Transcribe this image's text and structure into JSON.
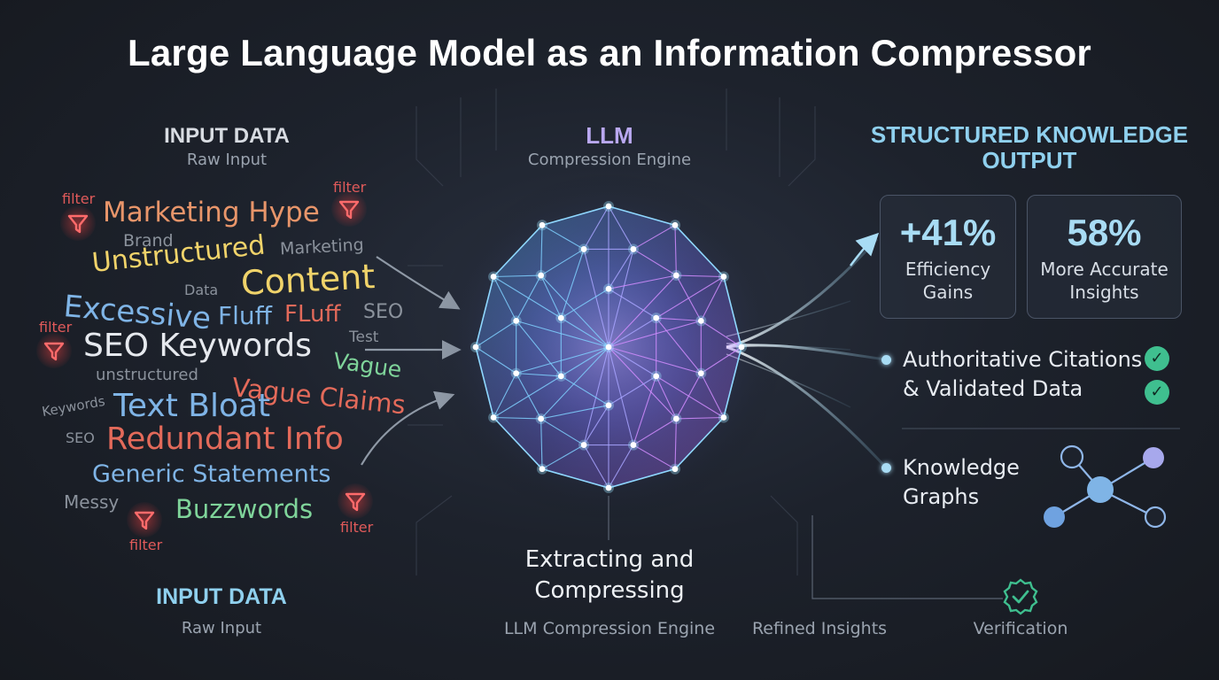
{
  "title": "Large Language Model as an Information Compressor",
  "input": {
    "heading": "INPUT DATA",
    "subheading": "Raw Input",
    "words": {
      "marketing_hype": "Marketing Hype",
      "brand": "Brand",
      "unstructured": "Unstructured",
      "marketing": "Marketing",
      "data": "Data",
      "content": "Content",
      "excessive": "Excessive",
      "fluff_lower": "Fluff",
      "fluff_caps": "FLuff",
      "seo_1": "SEO",
      "seo_keywords": "SEO Keywords",
      "test": "Test",
      "vague": "Vague",
      "unstructured_small": "unstructured",
      "vague_claims": "Vague Claims",
      "keywords": "Keywords",
      "text_bloat": "Text Bloat",
      "seo_2": "SEO",
      "redundant_info": "Redundant Info",
      "generic_statements": "Generic Statements",
      "messy": "Messy",
      "buzzwords": "Buzzwords"
    },
    "filter_label": "filter",
    "footer_heading": "INPUT DATA",
    "footer_subheading": "Raw Input"
  },
  "engine": {
    "heading": "LLM",
    "subheading": "Compression Engine",
    "caption_line1": "Extracting and",
    "caption_line2": "Compressing",
    "footer": "LLM Compression Engine"
  },
  "output": {
    "heading_line1": "STRUCTURED KNOWLEDGE",
    "heading_line2": "OUTPUT",
    "stats": [
      {
        "value": "+41%",
        "label_line1": "Efficiency",
        "label_line2": "Gains"
      },
      {
        "value": "58%",
        "label_line1": "More Accurate",
        "label_line2": "Insights"
      }
    ],
    "citations_line1": "Authoritative Citations",
    "citations_line2": "& Validated Data",
    "graphs_line1": "Knowledge",
    "graphs_line2": "Graphs"
  },
  "footer": {
    "refined": "Refined Insights",
    "verification": "Verification"
  },
  "colors": {
    "red": "#e36a5a",
    "orange": "#e8956a",
    "yellow": "#f0d36a",
    "blue": "#7fb4e6",
    "cyan": "#8fd0ee",
    "green": "#7fd49a",
    "gray": "#8b929c",
    "accent_purple": "#9b7cf0"
  },
  "icons": [
    "filter-icon",
    "check-icon",
    "network-node-icon"
  ]
}
